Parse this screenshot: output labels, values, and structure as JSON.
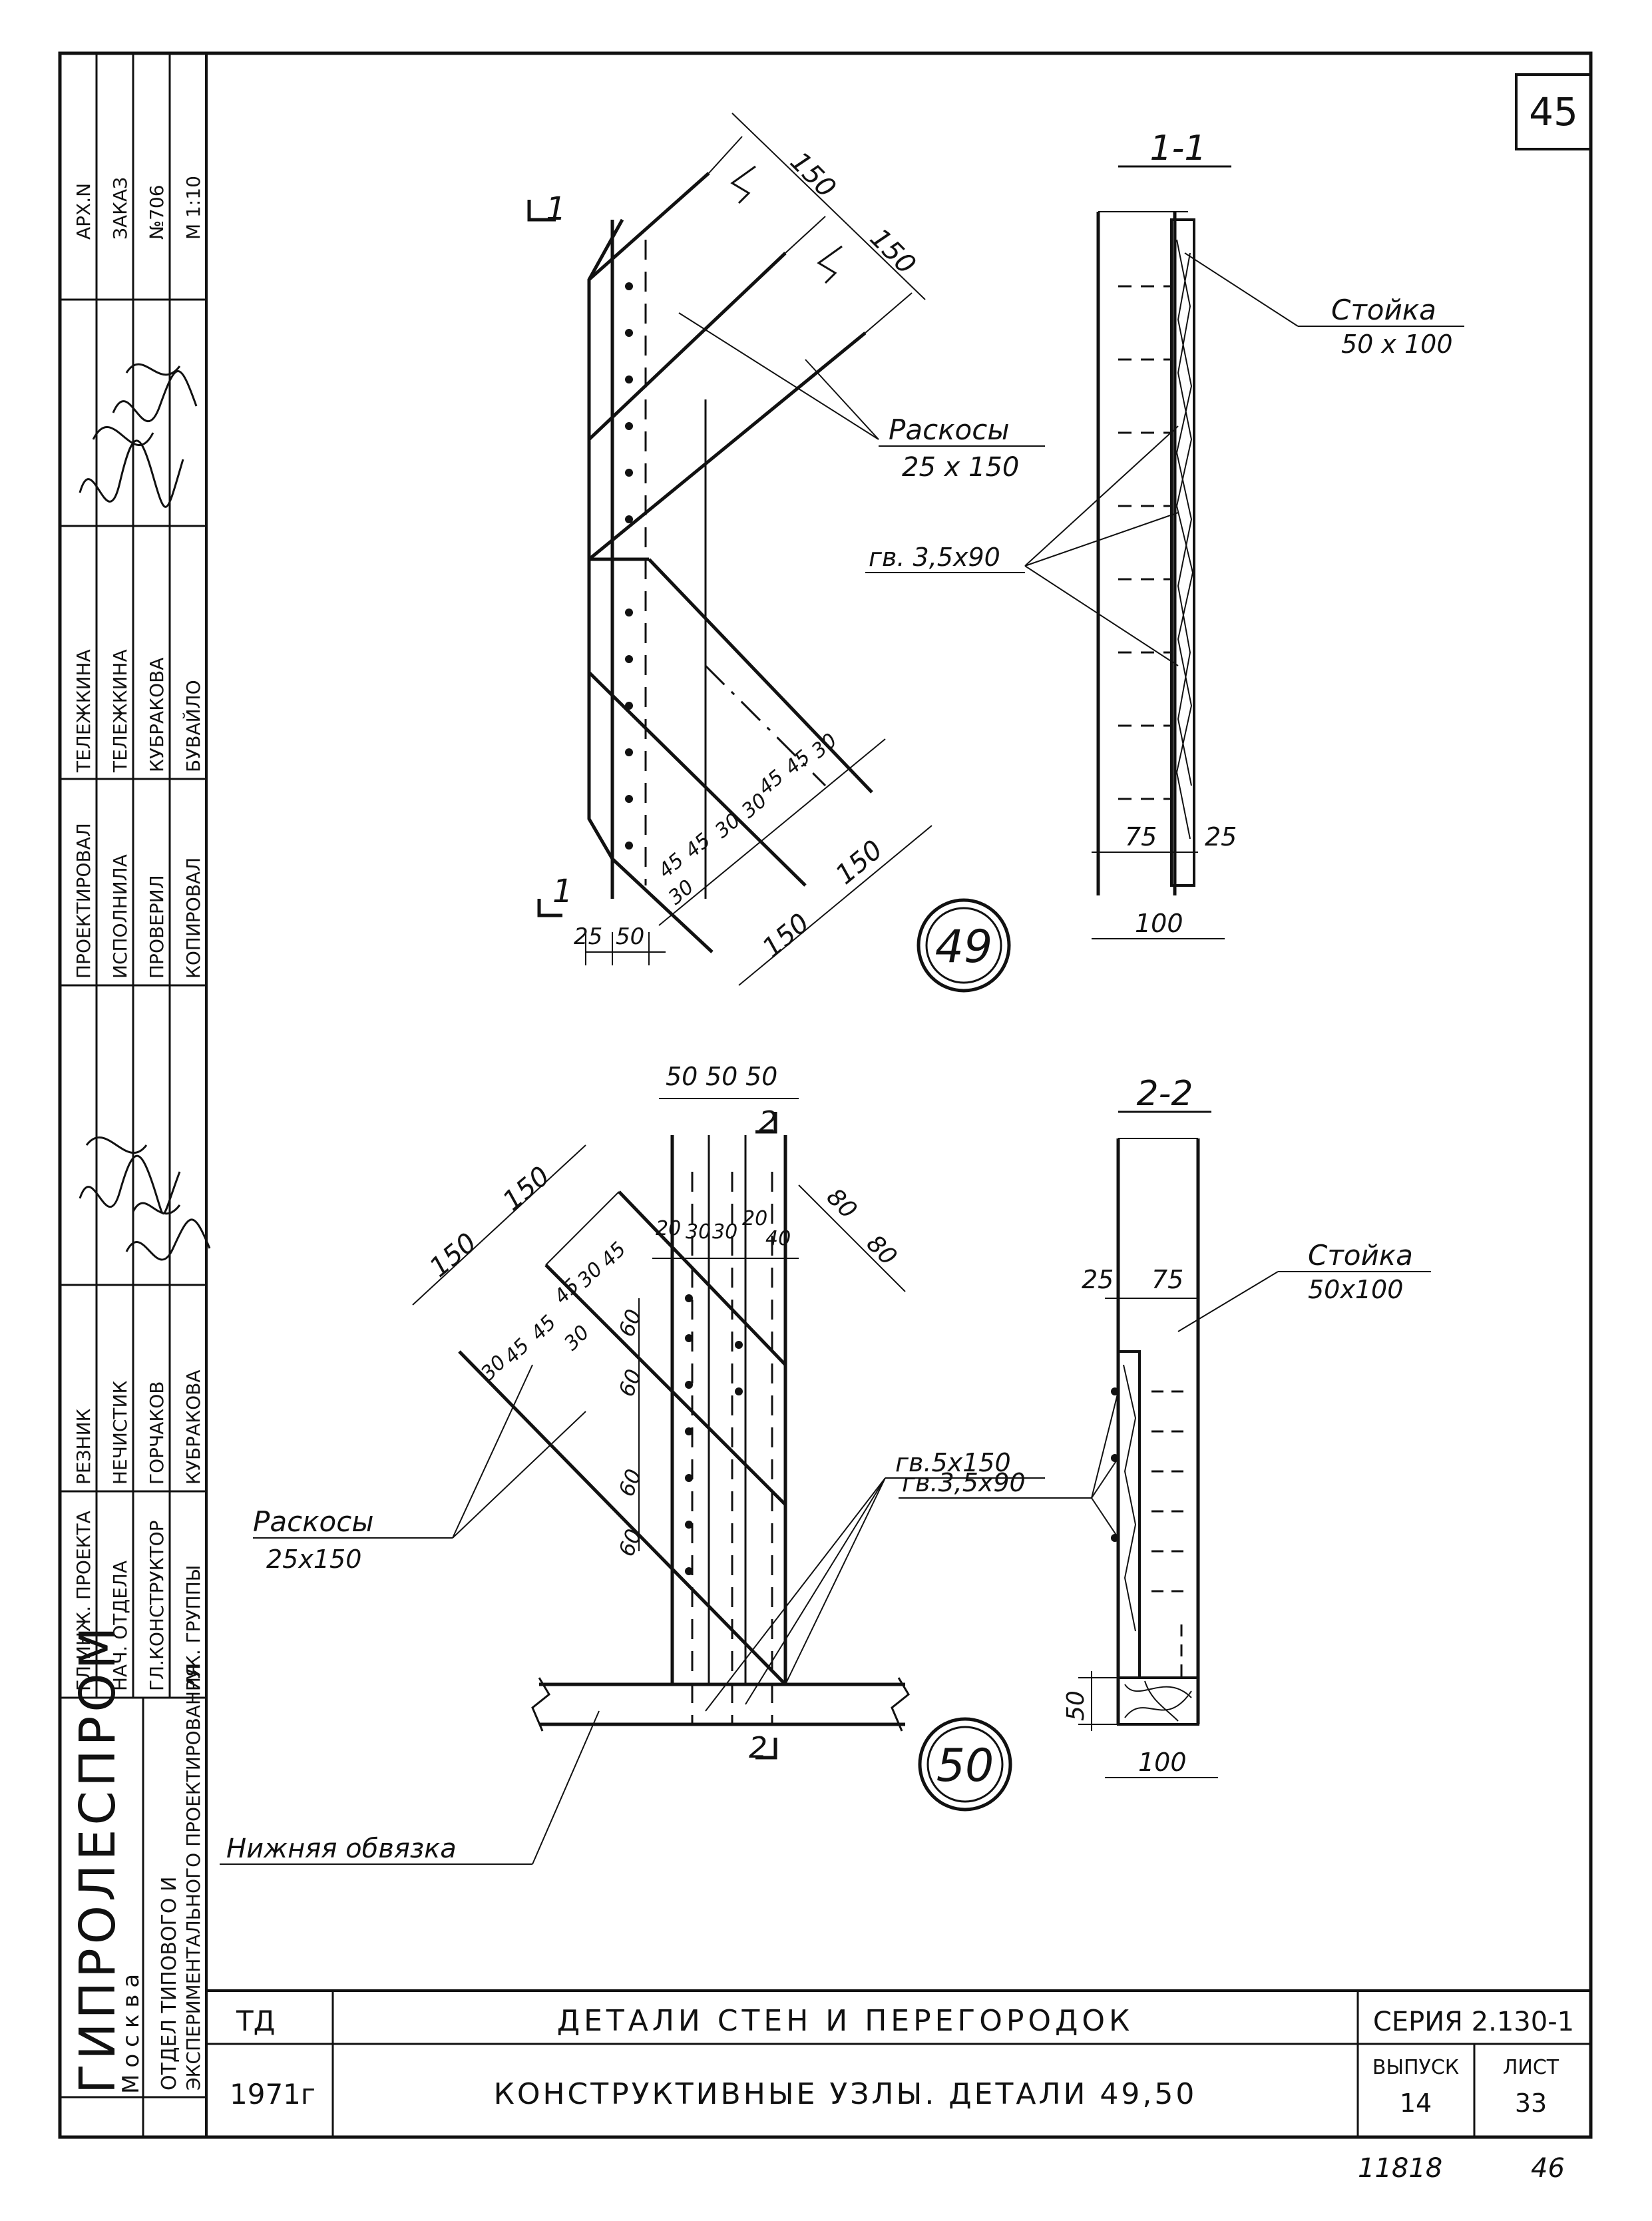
{
  "sheet_corner_number": "45",
  "title_block": {
    "org": "ГИПРОЛЕСПРОМ",
    "city": "Москва",
    "dept_line1": "ОТДЕЛ ТИПОВОГО И",
    "dept_line2": "ЭКСПЕРИМЕНТАЛЬНОГО ПРОЕКТИРОВАНИЯ",
    "archive_no": "АРХ.N",
    "order_label": "ЗАКАЗ",
    "order_no": "№706",
    "scale": "М 1:10",
    "roles_left": [
      "ГЛ.ИНЖ. ПРОЕКТА",
      "НАЧ. ОТДЕЛА",
      "ГЛ.КОНСТРУКТОР",
      "РУК. ГРУППЫ"
    ],
    "names_left": [
      "РЕЗНИК",
      "НЕЧИСТИК",
      "ГОРЧАКОВ",
      "КУБРАКОВА"
    ],
    "roles_right": [
      "ПРОЕКТИРОВАЛ",
      "ИСПОЛНИЛА",
      "ПРОВЕРИЛ",
      "КОПИРОВАЛ"
    ],
    "names_right": [
      "ТЕЛЕЖКИНА",
      "ТЕЛЕЖКИНА",
      "КУБРАКОВА",
      "БУВАЙЛО"
    ],
    "td": "ТД",
    "year": "1971г",
    "main_title": "ДЕТАЛИ СТЕН И ПЕРЕГОРОДОК",
    "sub_title": "КОНСТРУКТИВНЫЕ УЗЛЫ. ДЕТАЛИ 49,50",
    "series": "СЕРИЯ 2.130-1",
    "issue_label": "ВЫПУСК",
    "issue_no": "14",
    "sheet_label": "ЛИСТ",
    "sheet_no": "33",
    "footer_left": "11818",
    "footer_right": "46"
  },
  "detail49": {
    "number": "49",
    "section_mark": "1",
    "braces_label": "Раскосы",
    "braces_size": "25 x 150",
    "dims_top": [
      "150",
      "150"
    ],
    "dims_bottom": [
      "150",
      "150"
    ],
    "dims_base": [
      "25",
      "50"
    ],
    "dims_nails": [
      "45",
      "45",
      "30",
      "30",
      "45",
      "45",
      "30",
      "30"
    ]
  },
  "section11": {
    "title": "1-1",
    "post_label": "Стойка",
    "post_size": "50 x 100",
    "nails_label": "гв. 3,5х90",
    "dims": [
      "75",
      "25"
    ],
    "dim_width": "100"
  },
  "detail50": {
    "number": "50",
    "section_mark": "2",
    "braces_label": "Раскосы",
    "braces_size": "25x150",
    "nails_label": "гв.5х150",
    "sill_label": "Нижняя обвязка",
    "dims_top": [
      "50",
      "50",
      "50"
    ],
    "dims_diag": [
      "150",
      "150"
    ],
    "dims_right": [
      "80",
      "80"
    ],
    "dims_inner": [
      "20",
      "30",
      "30",
      "20",
      "40"
    ],
    "dims_brace": [
      "30",
      "45",
      "45",
      "30",
      "45",
      "30",
      "45"
    ],
    "dims_vert": [
      "60",
      "60",
      "60",
      "60"
    ]
  },
  "section22": {
    "title": "2-2",
    "post_label": "Стойка",
    "post_size": "50x100",
    "nails_label": "гв.3,5х90",
    "dims": [
      "25",
      "75"
    ],
    "dim_height": "50",
    "dim_width": "100"
  }
}
